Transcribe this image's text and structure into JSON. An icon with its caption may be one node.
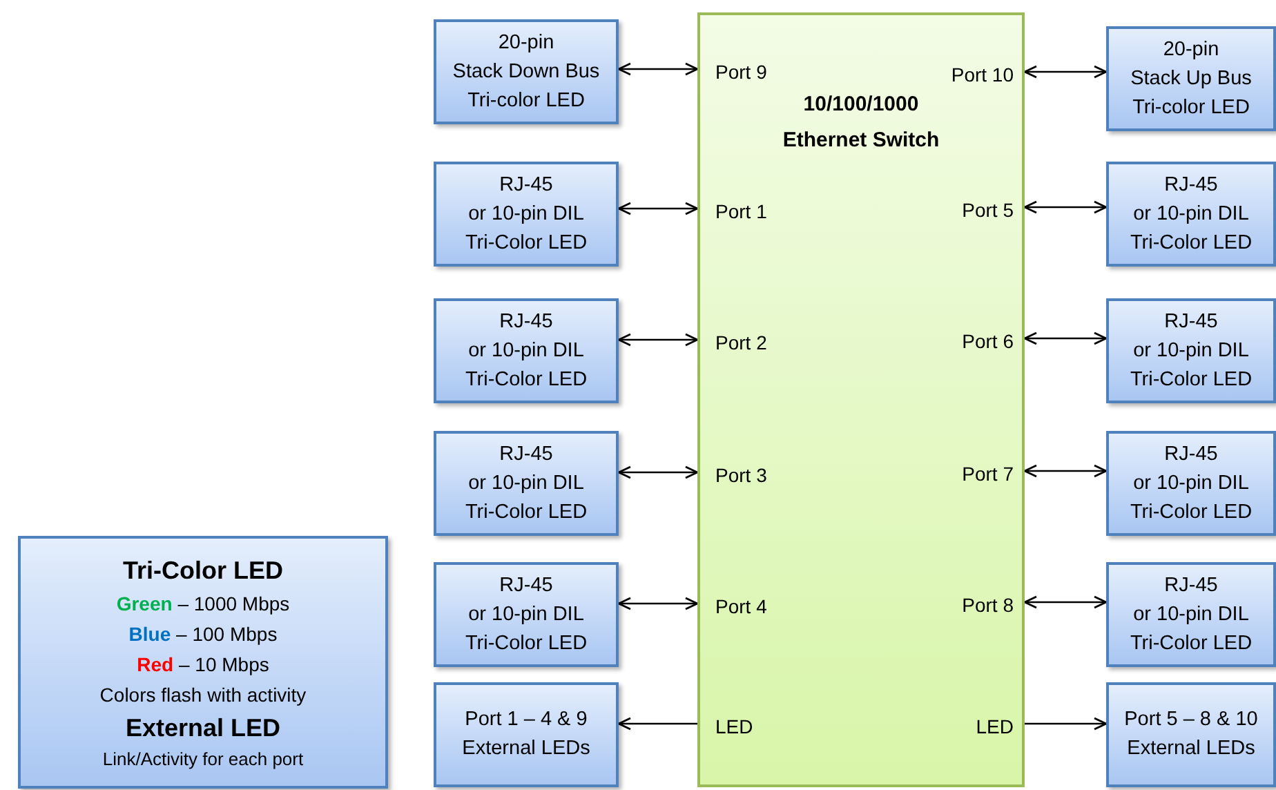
{
  "diagram": {
    "nodes": [
      {
        "text": [
          "10/100/1000",
          "Ethernet Switch"
        ]
      },
      {
        "text": [
          "Port 9"
        ],
        "in": 0
      },
      {
        "text": [
          "Port 10"
        ],
        "in": 0
      },
      {
        "text": [
          "Port 1"
        ],
        "in": 0
      },
      {
        "text": [
          "Port 5"
        ],
        "in": 0
      },
      {
        "text": [
          "Port 2"
        ],
        "in": 0
      },
      {
        "text": [
          "Port 6"
        ],
        "in": 0
      },
      {
        "text": [
          "Port 3"
        ],
        "in": 0
      },
      {
        "text": [
          "Port 7"
        ],
        "in": 0
      },
      {
        "text": [
          "Port 4"
        ],
        "in": 0
      },
      {
        "text": [
          "Port 8"
        ],
        "in": 0
      },
      {
        "text": [
          "LED"
        ],
        "in": 0
      },
      {
        "text": [
          "LED"
        ],
        "in": 0
      },
      {
        "text": [
          "20-pin",
          "Stack Down Bus",
          "Tri-color LED"
        ]
      },
      {
        "text": [
          "RJ-45",
          "or 10-pin DIL",
          "Tri-Color LED"
        ]
      },
      {
        "text": [
          "RJ-45",
          "or 10-pin DIL",
          "Tri-Color LED"
        ]
      },
      {
        "text": [
          "RJ-45",
          "or 10-pin DIL",
          "Tri-Color LED"
        ]
      },
      {
        "text": [
          "RJ-45",
          "or 10-pin DIL",
          "Tri-Color LED"
        ]
      },
      {
        "text": [
          "Port 1 – 4 & 9",
          "External LEDs"
        ]
      },
      {
        "text": [
          "20-pin",
          "Stack Up Bus",
          "Tri-color LED"
        ]
      },
      {
        "text": [
          "RJ-45",
          "or 10-pin DIL",
          "Tri-Color LED"
        ]
      },
      {
        "text": [
          "RJ-45",
          "or 10-pin DIL",
          "Tri-Color LED"
        ]
      },
      {
        "text": [
          "RJ-45",
          "or 10-pin DIL",
          "Tri-Color LED"
        ]
      },
      {
        "text": [
          "RJ-45",
          "or 10-pin DIL",
          "Tri-Color LED"
        ]
      },
      {
        "text": [
          "Port 5 – 8 & 10",
          "External LEDs"
        ]
      },
      {
        "text": [
          "Tri-Color LED",
          "**Green** – 1000 Mbps",
          "**Blue** – 100 Mbps",
          "**Red** – 10 Mbps",
          "Colors flash with activity",
          "External LED",
          "Link/Activity for each port"
        ]
      }
    ],
    "edges": [
      {
        "from": 13,
        "to": 1,
        "arrow": "both"
      },
      {
        "from": 2,
        "to": 19,
        "arrow": "both"
      },
      {
        "from": 14,
        "to": 3,
        "arrow": "both"
      },
      {
        "from": 4,
        "to": 20,
        "arrow": "both"
      },
      {
        "from": 15,
        "to": 5,
        "arrow": "both"
      },
      {
        "from": 6,
        "to": 21,
        "arrow": "both"
      },
      {
        "from": 16,
        "to": 7,
        "arrow": "both"
      },
      {
        "from": 8,
        "to": 22,
        "arrow": "both"
      },
      {
        "from": 17,
        "to": 9,
        "arrow": "both"
      },
      {
        "from": 10,
        "to": 23,
        "arrow": "both"
      },
      {
        "from": 11,
        "to": 18,
        "arrow": "to"
      },
      {
        "from": 12,
        "to": 24,
        "arrow": "to"
      }
    ]
  }
}
